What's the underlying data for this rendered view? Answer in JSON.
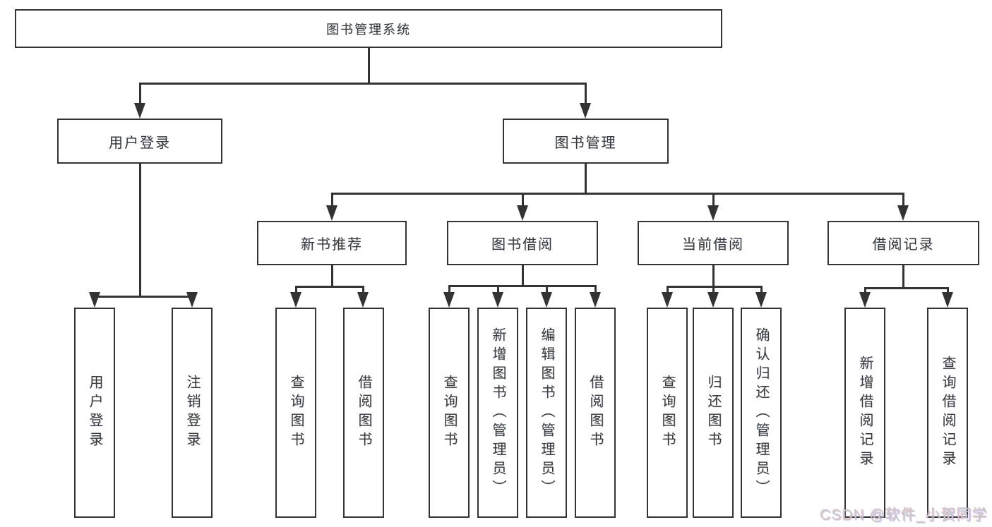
{
  "diagram": {
    "title": "图书管理系统",
    "type": "hierarchy-tree",
    "watermark": "CSDN @软件_小贺同学",
    "colors": {
      "line": "#333333",
      "box_border": "#333333",
      "box_background": "#ffffff",
      "text": "#3a3a3a",
      "watermark_text": "#c9c9cf",
      "page_background": "#ffffff"
    }
  },
  "nodes": [
    {
      "id": "root",
      "label": "图书管理系统",
      "parent": null,
      "level": 1
    },
    {
      "id": "user-login",
      "label": "用户登录",
      "parent": "root",
      "level": 2
    },
    {
      "id": "book-mgmt",
      "label": "图书管理",
      "parent": "root",
      "level": 2
    },
    {
      "id": "new-book",
      "label": "新书推荐",
      "parent": "book-mgmt",
      "level": 3
    },
    {
      "id": "book-borrow",
      "label": "图书借阅",
      "parent": "book-mgmt",
      "level": 3
    },
    {
      "id": "current-borrow",
      "label": "当前借阅",
      "parent": "book-mgmt",
      "level": 3
    },
    {
      "id": "borrow-record",
      "label": "借阅记录",
      "parent": "book-mgmt",
      "level": 3
    },
    {
      "id": "leaf-user-login",
      "label": "用户登录",
      "parent": "user-login",
      "level": 4
    },
    {
      "id": "leaf-logout",
      "label": "注销登录",
      "parent": "user-login",
      "level": 4
    },
    {
      "id": "leaf-query-1",
      "label": "查询图书",
      "parent": "new-book",
      "level": 4
    },
    {
      "id": "leaf-borrow-1",
      "label": "借阅图书",
      "parent": "new-book",
      "level": 4
    },
    {
      "id": "leaf-query-2",
      "label": "查询图书",
      "parent": "book-borrow",
      "level": 4
    },
    {
      "id": "leaf-add-book",
      "label": "新增图书（管理员）",
      "parent": "book-borrow",
      "level": 4
    },
    {
      "id": "leaf-edit-book",
      "label": "编辑图书（管理员）",
      "parent": "book-borrow",
      "level": 4
    },
    {
      "id": "leaf-borrow-2",
      "label": "借阅图书",
      "parent": "book-borrow",
      "level": 4
    },
    {
      "id": "leaf-query-3",
      "label": "查询图书",
      "parent": "current-borrow",
      "level": 4
    },
    {
      "id": "leaf-return",
      "label": "归还图书",
      "parent": "current-borrow",
      "level": 4
    },
    {
      "id": "leaf-confirm",
      "label": "确认归还（管理员）",
      "parent": "current-borrow",
      "level": 4
    },
    {
      "id": "leaf-add-rec",
      "label": "新增借阅记录",
      "parent": "borrow-record",
      "level": 4
    },
    {
      "id": "leaf-query-rec",
      "label": "查询借阅记录",
      "parent": "borrow-record",
      "level": 4
    }
  ]
}
